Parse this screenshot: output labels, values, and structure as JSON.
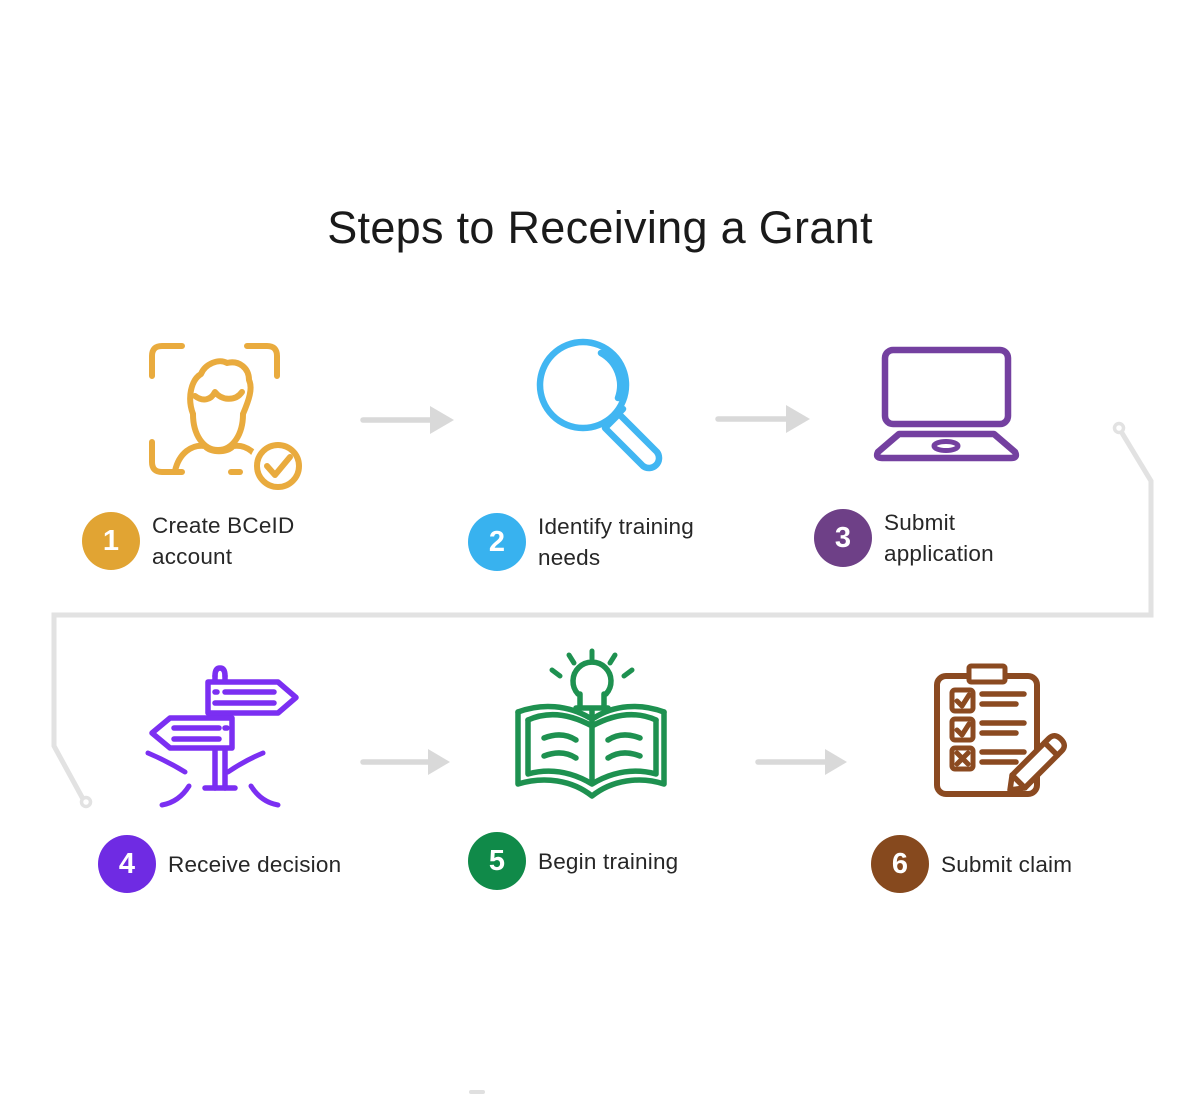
{
  "title": "Steps to Receiving a Grant",
  "colors": {
    "background": "#FFFFFF",
    "title_text": "#1A1A1A",
    "label_text": "#272727",
    "arrow": "#D9D9D9",
    "connector": "#E2E2E2"
  },
  "steps": [
    {
      "number": "1",
      "label": "Create BCeID account",
      "line1": "Create BCeID",
      "line2": "account",
      "badge_color": "#E1A433",
      "icon_color": "#E9AB3E",
      "icon": "person-id-badge-icon"
    },
    {
      "number": "2",
      "label": "Identify training needs",
      "line1": "Identify training",
      "line2": "needs",
      "badge_color": "#38B2EF",
      "icon_color": "#41B6F2",
      "icon": "magnifier-icon"
    },
    {
      "number": "3",
      "label": "Submit application",
      "line1": "Submit",
      "line2": "application",
      "badge_color": "#6E4087",
      "icon_color": "#7440A0",
      "icon": "laptop-icon"
    },
    {
      "number": "4",
      "label": "Receive decision",
      "line1": "Receive decision",
      "line2": "",
      "badge_color": "#6F2BE3",
      "icon_color": "#7B2FF2",
      "icon": "signpost-icon"
    },
    {
      "number": "5",
      "label": "Begin training",
      "line1": "Begin training",
      "line2": "",
      "badge_color": "#108A49",
      "icon_color": "#1E9150",
      "icon": "open-book-icon"
    },
    {
      "number": "6",
      "label": "Submit claim",
      "line1": "Submit claim",
      "line2": "",
      "badge_color": "#86491E",
      "icon_color": "#8B4A21",
      "icon": "clipboard-checklist-icon"
    }
  ]
}
